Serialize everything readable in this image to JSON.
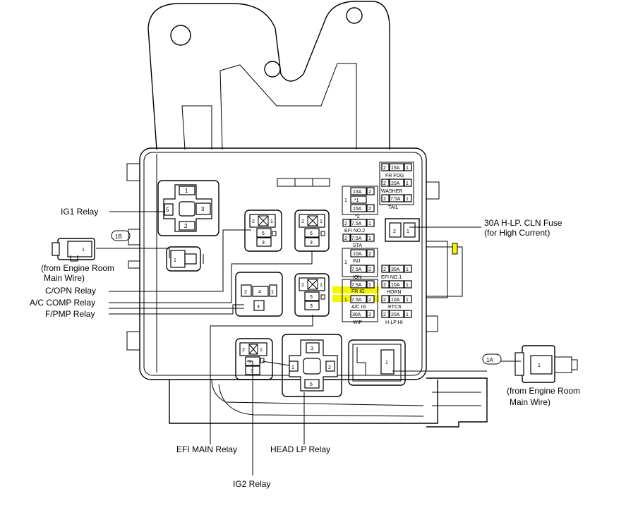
{
  "callouts": {
    "ig1_relay": "IG1 Relay",
    "connector_1b": "1B",
    "from_engine_room_left_1": "(from Engine Room",
    "from_engine_room_left_2": "Main Wire)",
    "copn_relay": "C/OPN Relay",
    "ac_comp_relay": "A/C COMP Relay",
    "fpmp_relay": "F/PMP Relay",
    "efi_main_relay": "EFI MAIN Relay",
    "headlp_relay": "HEAD LP Relay",
    "ig2_relay": "IG2 Relay",
    "connector_1a": "1A",
    "from_engine_room_right_1": "(from Engine Room",
    "from_engine_room_right_2": "Main Wire)",
    "hlp_cln_fuse_1": "30A H-LP. CLN Fuse",
    "hlp_cln_fuse_2": "(for High Current)"
  },
  "relays": {
    "ig1": {
      "t1": "1",
      "t5": "5",
      "t3": "3",
      "t2": "2"
    },
    "connector_pin": "1",
    "small_a": {
      "t2": "2",
      "t1": "1",
      "t5": "5",
      "t3": "3"
    },
    "small_b": {
      "t2": "2",
      "t1": "1",
      "t5": "5",
      "t3": "3"
    },
    "mid_a": {
      "t2": "2",
      "t4": "4",
      "t1": "1",
      "t3": "3"
    },
    "small_c": {
      "t2": "2",
      "t1": "1",
      "t5": "5",
      "t3": "3"
    },
    "efi_main": {
      "t2": "2",
      "t1": "1",
      "t5": "5",
      "t3": "3"
    },
    "head_lp": {
      "t3": "3",
      "t1": "1",
      "t2": "2",
      "t5": "5"
    },
    "big_fuse_right": {
      "t2": "2",
      "t1": "1"
    },
    "bottom_connector_pin": "1"
  },
  "fuses": {
    "fr_fog": {
      "pin_l": "2",
      "amp": "15A",
      "pin_r": "1",
      "name": "FR FOG"
    },
    "washer": {
      "pin_l": "2",
      "amp": "20A",
      "pin_r": "1",
      "name": "WASHER"
    },
    "tail": {
      "pin_l": "2",
      "amp": "7.5A",
      "pin_r": "1",
      "name": "TAIL"
    },
    "spare_15a": {
      "pin_l": "1",
      "amp": "15A",
      "pin_r": "2",
      "mid": "*1",
      "note": "*2"
    },
    "efi_no2": {
      "pin_l": "2",
      "amp": "7.5A",
      "pin_r": "1",
      "name": "EFI NO.2"
    },
    "sta": {
      "pin_l": "2",
      "amp": "7.5A",
      "pin_r": "1",
      "name": "STA"
    },
    "inj": {
      "pin_l": "1",
      "amp": "10A",
      "pin_r": "2",
      "name": "INJ"
    },
    "ign": {
      "amp": "7.5A",
      "pin_r": "2",
      "name": "IGN"
    },
    "efi_no1": {
      "pin_l": "2",
      "amp": "30A",
      "pin_r": "1",
      "name": "EFI NO.1"
    },
    "fr_ig": {
      "amp": "7.5A",
      "pin_r": "1",
      "name": "FR IG"
    },
    "horn": {
      "pin_l": "2",
      "amp": "10A",
      "pin_r": "1",
      "name": "HORN"
    },
    "ac_ig": {
      "pin_l": "1",
      "amp": "7.5A",
      "pin_r": "2",
      "name": "A/C IG"
    },
    "etcs": {
      "pin_l": "2",
      "amp": "10A",
      "pin_r": "1",
      "name": "ETCS"
    },
    "wip": {
      "amp": "30A",
      "pin_r": "2",
      "name": "WIP"
    },
    "hlp_hi": {
      "pin_l": "2",
      "amp": "20A",
      "pin_r": "1",
      "name": "H-LP HI"
    }
  },
  "colors": {
    "highlight": "#f5f500",
    "line": "#000000"
  }
}
